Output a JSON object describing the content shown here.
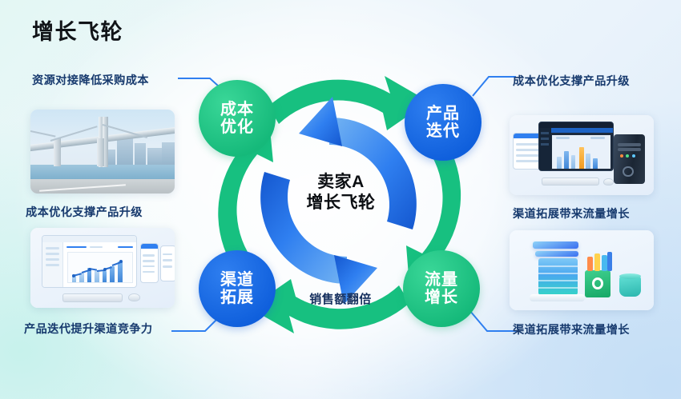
{
  "page": {
    "title": "增长飞轮",
    "background_start": "#e3f7f4",
    "background_end": "#d8e9f9"
  },
  "flywheel": {
    "center_line1": "卖家A",
    "center_line2": "增长飞轮",
    "bottom_caption": "销售额翻倍",
    "outer_arrow_color": "#17c080",
    "inner_arrow_color": "#2f7ff0",
    "nodes": [
      {
        "id": "cost-optimization",
        "line1": "成本",
        "line2": "优化",
        "color": "#15b97a",
        "theme": "green",
        "position": "top-left"
      },
      {
        "id": "product-iteration",
        "line1": "产品",
        "line2": "迭代",
        "color": "#0f5fdc",
        "theme": "blue",
        "position": "top-right"
      },
      {
        "id": "traffic-growth",
        "line1": "流量",
        "line2": "增长",
        "color": "#15b97a",
        "theme": "green",
        "position": "bottom-right"
      },
      {
        "id": "channel-expansion",
        "line1": "渠道",
        "line2": "拓展",
        "color": "#0f5fdc",
        "theme": "blue",
        "position": "bottom-left"
      }
    ]
  },
  "callouts": {
    "top_left": "资源对接降低采购成本",
    "top_right": "成本优化支撑产品升级",
    "middle_left": "成本优化支撑产品升级",
    "middle_right": "渠道拓展带来流量增长",
    "bottom_left": "产品迭代提升渠道竞争力",
    "bottom_right": "渠道拓展带来流量增长"
  },
  "thumbnails": [
    {
      "id": "bridge-city-photo",
      "position": "upper-left",
      "subject": "suspension bridge and city skyline photo"
    },
    {
      "id": "analytics-dashboard-monitor",
      "position": "lower-left",
      "subject": "desktop monitor showing growth bar chart dashboard"
    },
    {
      "id": "dual-monitor-desktop-pc",
      "position": "upper-right",
      "subject": "dark monitor dashboard with desktop tower PC"
    },
    {
      "id": "server-stack-shopping-bag",
      "position": "lower-right",
      "subject": "blue server stack with green shopping bag and teal bucket"
    }
  ]
}
